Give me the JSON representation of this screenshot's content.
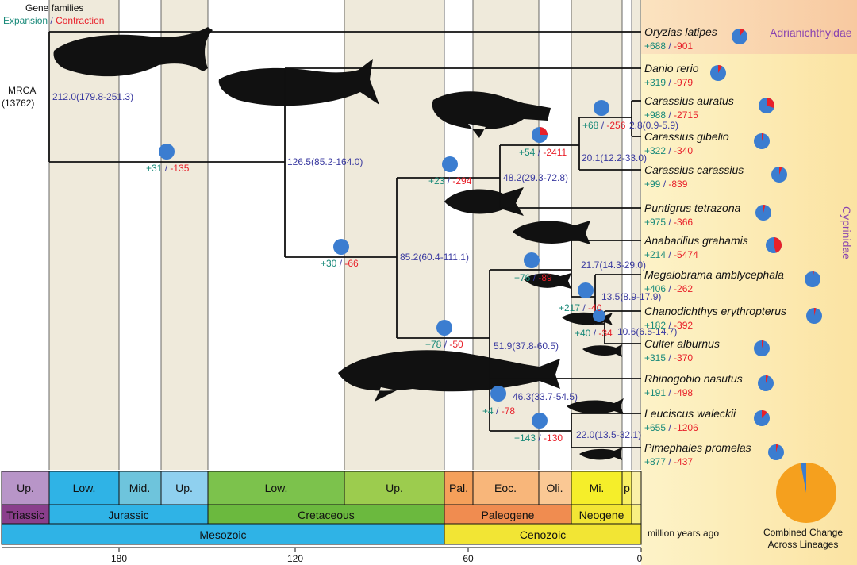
{
  "legend": {
    "title": "Gene families",
    "expansion": "Expansion",
    "slash": " / ",
    "contraction": "Contraction"
  },
  "mrca": {
    "label": "MRCA",
    "count": "(13762)"
  },
  "family_labels": {
    "adrian": "Adrianichthyidae",
    "cyprinidae": "Cyprinidae"
  },
  "species": [
    {
      "name": "Oryzias latipes",
      "plus": "+688",
      "minus": "-901",
      "contraction_frac": 0.1
    },
    {
      "name": "Danio rerio",
      "plus": "+319",
      "minus": "-979",
      "contraction_frac": 0.08
    },
    {
      "name": "Carassius auratus",
      "plus": "+988",
      "minus": "-2715",
      "contraction_frac": 0.3
    },
    {
      "name": "Carassius gibelio",
      "plus": "+322",
      "minus": "-340",
      "contraction_frac": 0.04
    },
    {
      "name": "Carassius carassius",
      "plus": "+99",
      "minus": "-839",
      "contraction_frac": 0.06
    },
    {
      "name": "Puntigrus tetrazona",
      "plus": "+975",
      "minus": "-366",
      "contraction_frac": 0.04
    },
    {
      "name": "Anabarilius grahamis",
      "plus": "+214",
      "minus": "-5474",
      "contraction_frac": 0.45
    },
    {
      "name": "Megalobrama amblycephala",
      "plus": "+406",
      "minus": "-262",
      "contraction_frac": 0.03
    },
    {
      "name": "Chanodichthys erythropterus",
      "plus": "+182",
      "minus": "-392",
      "contraction_frac": 0.04
    },
    {
      "name": "Culter alburnus",
      "plus": "+315",
      "minus": "-370",
      "contraction_frac": 0.04
    },
    {
      "name": "Rhinogobio nasutus",
      "plus": "+191",
      "minus": "-498",
      "contraction_frac": 0.05
    },
    {
      "name": "Leuciscus waleckii",
      "plus": "+655",
      "minus": "-1206",
      "contraction_frac": 0.12
    },
    {
      "name": "Pimephales promelas",
      "plus": "+877",
      "minus": "-437",
      "contraction_frac": 0.04
    }
  ],
  "nodes": [
    {
      "age": "212.0(179.8-251.3)"
    },
    {
      "age": "126.5(85.2-164.0)"
    },
    {
      "age": "85.2(60.4-111.1)"
    },
    {
      "age": "51.9(37.8-60.5)"
    },
    {
      "age": "48.2(29.3-72.8)"
    },
    {
      "age": "46.3(33.7-54.5)"
    },
    {
      "age": "22.0(13.5-32.1)"
    },
    {
      "age": "21.7(14.3-29.0)"
    },
    {
      "age": "20.1(12.2-33.0)"
    },
    {
      "age": "13.5(8.9-17.9)"
    },
    {
      "age": "10.6(6.5-14.7)"
    },
    {
      "age": "2.8(0.9-5.9)"
    }
  ],
  "branches": [
    {
      "plus": "+31",
      "minus": "-135"
    },
    {
      "plus": "+30",
      "minus": "-66"
    },
    {
      "plus": "+23",
      "minus": "-294"
    },
    {
      "plus": "+78",
      "minus": "-50"
    },
    {
      "plus": "+54",
      "minus": "-2411"
    },
    {
      "plus": "+68",
      "minus": "-256"
    },
    {
      "plus": "+76",
      "minus": "-89"
    },
    {
      "plus": "+217",
      "minus": "-40"
    },
    {
      "plus": "+40",
      "minus": "-34"
    },
    {
      "plus": "+4",
      "minus": "-78"
    },
    {
      "plus": "+143",
      "minus": "-130"
    }
  ],
  "timescale": {
    "epochs": [
      "Up.",
      "Low.",
      "Mid.",
      "Up.",
      "Low.",
      "Up.",
      "Pal.",
      "Eoc.",
      "Oli.",
      "Mi.",
      "p"
    ],
    "periods": [
      "Triassic",
      "Jurassic",
      "Cretaceous",
      "Paleogene",
      "Neogene"
    ],
    "eras": [
      "Mesozoic",
      "Cenozoic"
    ],
    "unit": "million years ago",
    "ticks": [
      "180",
      "120",
      "60",
      "0"
    ]
  },
  "combined": {
    "line1": "Combined Change",
    "line2": "Across Lineages",
    "expansion_frac": 0.03
  },
  "colors": {
    "expansion": "#1a8a7a",
    "contraction": "#e8202a",
    "node_text": "#3a3aa0",
    "pie_blue": "#3b7dd0",
    "pie_red": "#e8202a",
    "combined_orange": "#f5a01e",
    "highlight_species": "#e0257a",
    "family_label": "#8a44b0"
  }
}
